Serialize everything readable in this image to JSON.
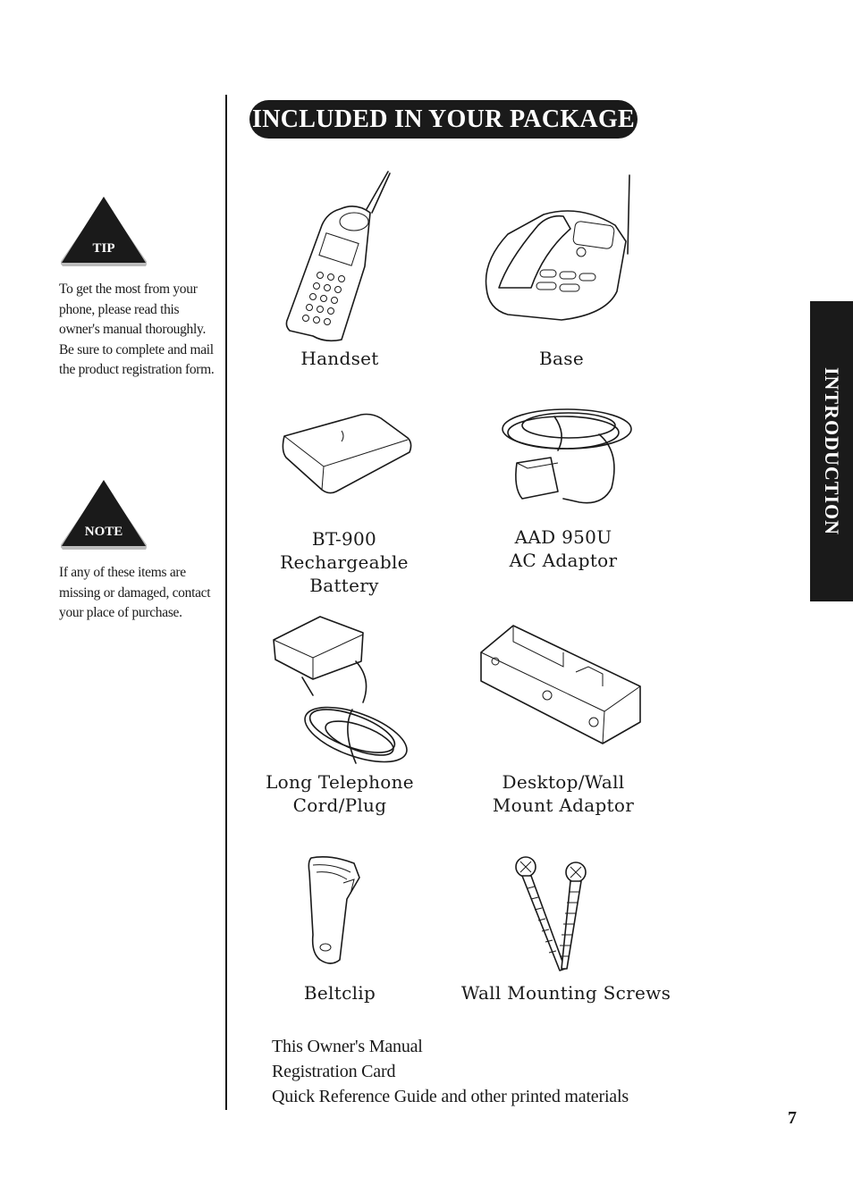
{
  "header": {
    "title": "INCLUDED IN YOUR PACKAGE"
  },
  "section_tab": "INTRODUCTION",
  "tip": {
    "label": "TIP",
    "text": "To get the most from your phone, please read this owner's manual thoroughly. Be sure to complete and mail the product registration form."
  },
  "note": {
    "label": "NOTE",
    "text": "If any of these items are missing or damaged, contact your place of purchase."
  },
  "items": {
    "handset": {
      "line1": "Handset"
    },
    "base": {
      "line1": "Base"
    },
    "battery": {
      "line1": "BT-900",
      "line2": "Rechargeable Battery"
    },
    "adaptor": {
      "line1": "AAD 950U",
      "line2": "AC Adaptor"
    },
    "cord": {
      "line1": "Long Telephone",
      "line2": "Cord/Plug"
    },
    "mount": {
      "line1": "Desktop/Wall",
      "line2": "Mount Adaptor"
    },
    "beltclip": {
      "line1": "Beltclip"
    },
    "screws": {
      "line1": "Wall Mounting Screws"
    }
  },
  "printed_materials": [
    "This Owner's Manual",
    "Registration Card",
    "Quick Reference Guide and other printed materials"
  ],
  "page_number": "7"
}
